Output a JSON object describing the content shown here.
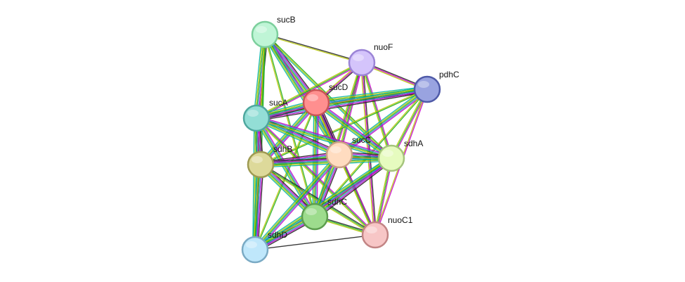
{
  "nodes": [
    {
      "id": "sucB",
      "label": "sucB",
      "color": "#bff5d6",
      "stroke": "#7ccf9c"
    },
    {
      "id": "nuoF",
      "label": "nuoF",
      "color": "#d4c4fb",
      "stroke": "#9b84d6"
    },
    {
      "id": "pdhC",
      "label": "pdhC",
      "color": "#99a3e0",
      "stroke": "#4f5aa8"
    },
    {
      "id": "sucD",
      "label": "sucD",
      "color": "#ff8f8f",
      "stroke": "#c85555"
    },
    {
      "id": "sucA",
      "label": "sucA",
      "color": "#93ded6",
      "stroke": "#4ea79e"
    },
    {
      "id": "sdhB",
      "label": "sdhB",
      "color": "#ddd99a",
      "stroke": "#9e9a52"
    },
    {
      "id": "sucC",
      "label": "sucC",
      "color": "#ffdcc0",
      "stroke": "#caa184"
    },
    {
      "id": "sdhA",
      "label": "sdhA",
      "color": "#e6fbbf",
      "stroke": "#a5c47c"
    },
    {
      "id": "sdhC",
      "label": "sdhC",
      "color": "#9ddc8d",
      "stroke": "#5c9e4e"
    },
    {
      "id": "nuoC1",
      "label": "nuoC1",
      "color": "#f7c6c6",
      "stroke": "#c28484"
    },
    {
      "id": "sdhD",
      "label": "sdhD",
      "color": "#bfe7fb",
      "stroke": "#7aaac4"
    }
  ],
  "edge_colors": [
    "#222222",
    "#c400c4",
    "#3a7fd6",
    "#1fae1f",
    "#b4c400",
    "#00b5a5"
  ]
}
